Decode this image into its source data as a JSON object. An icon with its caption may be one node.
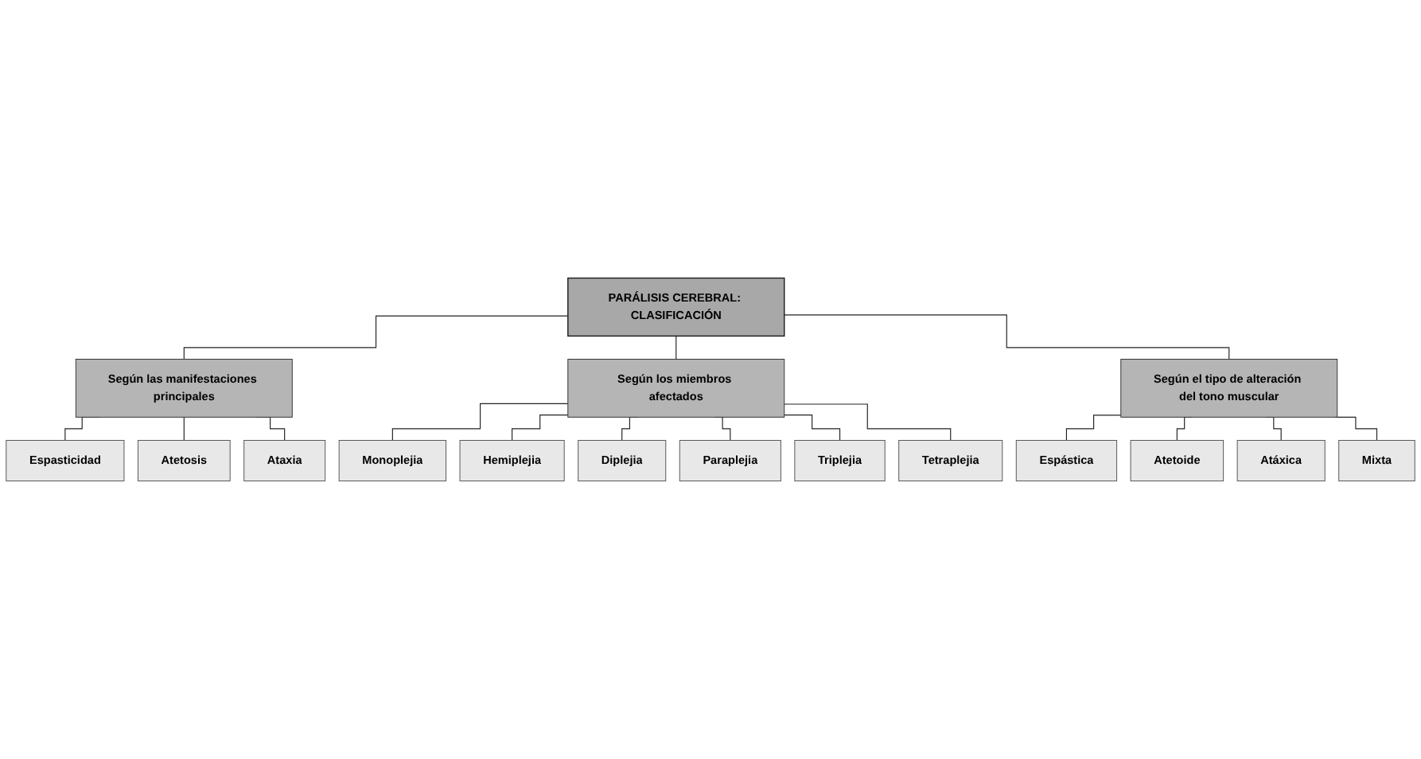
{
  "diagram": {
    "nodes": [
      {
        "text": [
          "PARÁLISIS CEREBRAL: CLASIFICACIÓN"
        ]
      },
      {
        "text": [
          "Según las manifestaciones principales"
        ]
      },
      {
        "text": [
          "Según los miembros afectados"
        ]
      },
      {
        "text": [
          "Espasticidad"
        ]
      },
      {
        "text": [
          "Atetosis"
        ]
      },
      {
        "text": [
          "Ataxia"
        ]
      },
      {
        "text": [
          "Monoplejia"
        ]
      },
      {
        "text": [
          "Hemiplejia"
        ]
      },
      {
        "text": [
          "Diplejia"
        ]
      },
      {
        "text": [
          "Paraplejia"
        ]
      },
      {
        "text": [
          "Triplejia"
        ]
      },
      {
        "text": [
          "Tetraplejia"
        ]
      },
      {
        "text": [
          "Según el tipo de alteración del tono muscular"
        ]
      },
      {
        "text": [
          "Espástica"
        ]
      },
      {
        "text": [
          "Atetoide"
        ]
      },
      {
        "text": [
          "Atáxica"
        ]
      },
      {
        "text": [
          "Mixta"
        ]
      }
    ],
    "edges": [
      {
        "from": 0,
        "to": 1,
        "arrow": "none"
      },
      {
        "from": 0,
        "to": 2,
        "arrow": "none"
      },
      {
        "from": 0,
        "to": 12,
        "arrow": "none"
      },
      {
        "from": 1,
        "to": 3,
        "arrow": "none"
      },
      {
        "from": 1,
        "to": 4,
        "arrow": "none"
      },
      {
        "from": 1,
        "to": 5,
        "arrow": "none"
      },
      {
        "from": 2,
        "to": 6,
        "arrow": "none"
      },
      {
        "from": 2,
        "to": 7,
        "arrow": "none"
      },
      {
        "from": 2,
        "to": 8,
        "arrow": "none"
      },
      {
        "from": 2,
        "to": 9,
        "arrow": "none"
      },
      {
        "from": 2,
        "to": 10,
        "arrow": "none"
      },
      {
        "from": 2,
        "to": 11,
        "arrow": "none"
      },
      {
        "from": 12,
        "to": 13,
        "arrow": "none"
      },
      {
        "from": 12,
        "to": 14,
        "arrow": "none"
      },
      {
        "from": 12,
        "to": 15,
        "arrow": "none"
      },
      {
        "from": 12,
        "to": 16,
        "arrow": "none"
      }
    ]
  }
}
